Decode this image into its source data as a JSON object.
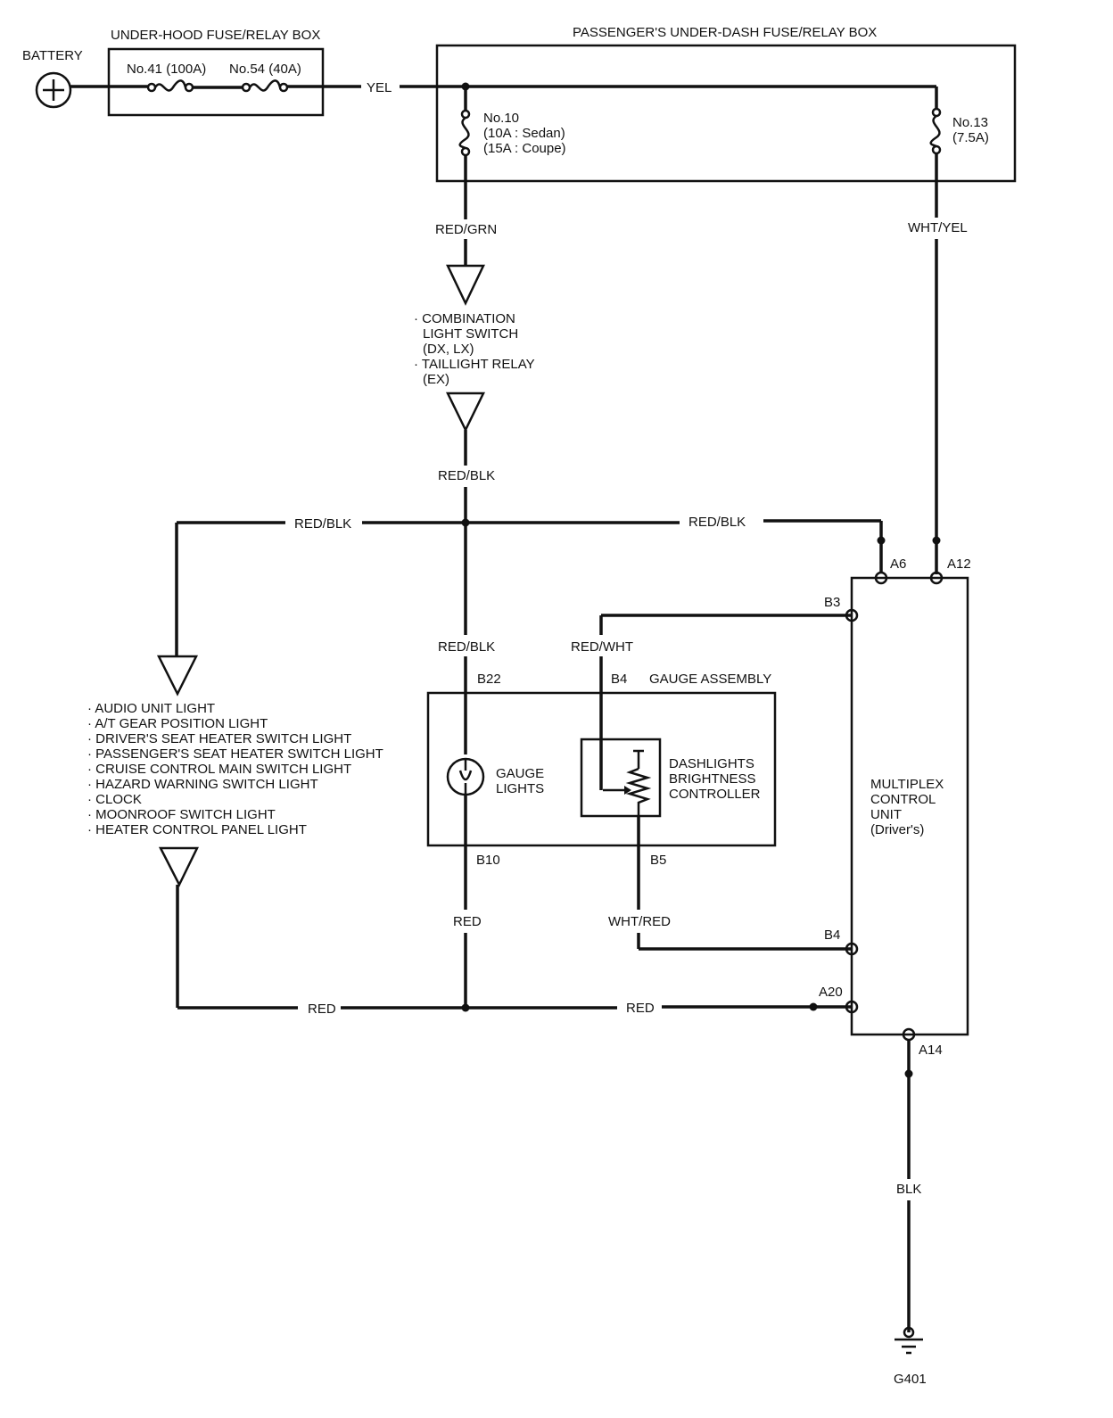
{
  "boxes": {
    "under_hood": "UNDER-HOOD FUSE/RELAY BOX",
    "under_dash": "PASSENGER'S UNDER-DASH FUSE/RELAY BOX",
    "gauge_assembly": "GAUGE ASSEMBLY"
  },
  "battery": {
    "label": "BATTERY",
    "icon": "battery-plus-icon"
  },
  "fuses": {
    "f41": "No.41 (100A)",
    "f54": "No.54 (40A)",
    "f10": [
      "No.10",
      "(10A : Sedan)",
      "(15A : Coupe)"
    ],
    "f13": [
      "No.13",
      "(7.5A)"
    ]
  },
  "wires": {
    "yel": "YEL",
    "red_grn": "RED/GRN",
    "red_blk_1": "RED/BLK",
    "red_blk_left": "RED/BLK",
    "red_blk_right": "RED/BLK",
    "red_blk_gauge": "RED/BLK",
    "red_wht": "RED/WHT",
    "wht_yel": "WHT/YEL",
    "red_gauge": "RED",
    "wht_red": "WHT/RED",
    "red_left": "RED",
    "red_right": "RED",
    "blk": "BLK"
  },
  "combo_switch": [
    "· COMBINATION",
    "LIGHT SWITCH",
    "(DX, LX)",
    "· TAILLIGHT RELAY",
    "(EX)"
  ],
  "lights_list": [
    "· AUDIO UNIT LIGHT",
    "· A/T GEAR POSITION LIGHT",
    "· DRIVER'S SEAT HEATER SWITCH LIGHT",
    "· PASSENGER'S SEAT HEATER SWITCH LIGHT",
    "· CRUISE CONTROL MAIN SWITCH LIGHT",
    "· HAZARD WARNING SWITCH LIGHT",
    "· CLOCK",
    "· MOONROOF SWITCH LIGHT",
    "· HEATER CONTROL PANEL LIGHT"
  ],
  "gauge": {
    "lights": [
      "GAUGE",
      "LIGHTS"
    ],
    "controller": [
      "DASHLIGHTS",
      "BRIGHTNESS",
      "CONTROLLER"
    ]
  },
  "mcu": [
    "MULTIPLEX",
    "CONTROL",
    "UNIT",
    "(Driver's)"
  ],
  "pins": {
    "a6": "A6",
    "a12": "A12",
    "b3": "B3",
    "b4_mcu": "B4",
    "a20": "A20",
    "a14": "A14",
    "b22": "B22",
    "b4_gauge": "B4",
    "b10": "B10",
    "b5": "B5"
  },
  "ground": "G401"
}
